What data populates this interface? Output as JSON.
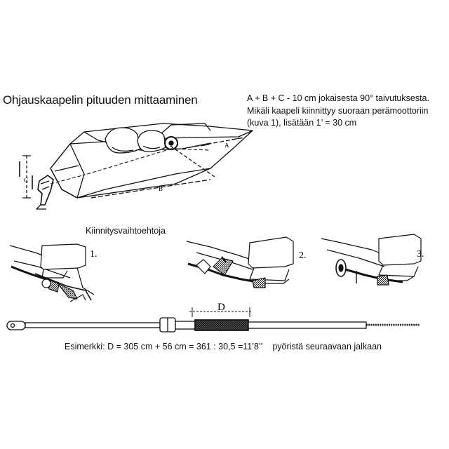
{
  "title": "Ohjauskaapelin pituuden mittaaminen",
  "instructions": [
    "A + B + C - 10 cm jokaisesta 90° taivutuksesta.",
    "Mikäli kaapeli kiinnittyy suoraan perämoottoriin",
    "(kuva 1), lisätään 1’  = 30 cm"
  ],
  "dimension_labels": {
    "a": "A",
    "b": "B",
    "c": "C",
    "d": "D"
  },
  "mounting_options_label": "Kiinnitysvaihtoehtoja",
  "figure_numbers": [
    "1.",
    "2.",
    "3."
  ],
  "example": {
    "text": "Esimerkki: D = 305 cm + 56 cm = 361 : 30,5 =11’8’’",
    "rounding": "pyöristä seuraavaan jalkaan"
  },
  "colors": {
    "ink": "#111111",
    "paper": "#ffffff",
    "shade": "#222222"
  }
}
